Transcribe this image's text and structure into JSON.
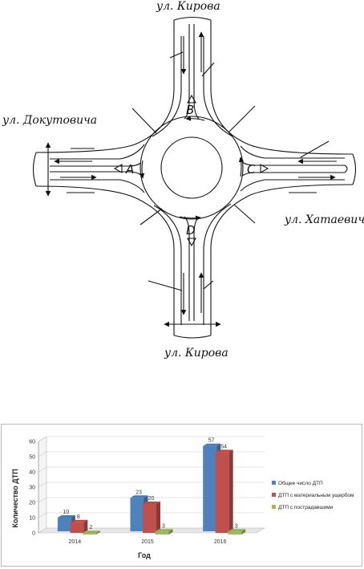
{
  "diagram": {
    "streets": {
      "top": "ул. Кирова",
      "left": "ул. Докутовича",
      "right": "ул. Хатаевича",
      "bottom": "ул. Кирова"
    },
    "points": {
      "A": "A",
      "B": "B",
      "C": "C",
      "D": "D"
    }
  },
  "chart_data": {
    "type": "bar",
    "categories": [
      "2014",
      "2015",
      "2016"
    ],
    "series": [
      {
        "name": "Общее число ДТП",
        "values": [
          10,
          23,
          57
        ],
        "color": "#4f81bd"
      },
      {
        "name": "ДТП с материальным ущербом",
        "values": [
          8,
          20,
          54
        ],
        "color": "#c0504d"
      },
      {
        "name": "ДТП с пострадавшими",
        "values": [
          2,
          3,
          3
        ],
        "color": "#9bbb59"
      }
    ],
    "xlabel": "Год",
    "ylabel": "Количество ДТП",
    "ylim": [
      0,
      60
    ],
    "yticks": [
      0,
      10,
      20,
      30,
      40,
      50,
      60
    ],
    "grid": true,
    "legend": "right"
  }
}
